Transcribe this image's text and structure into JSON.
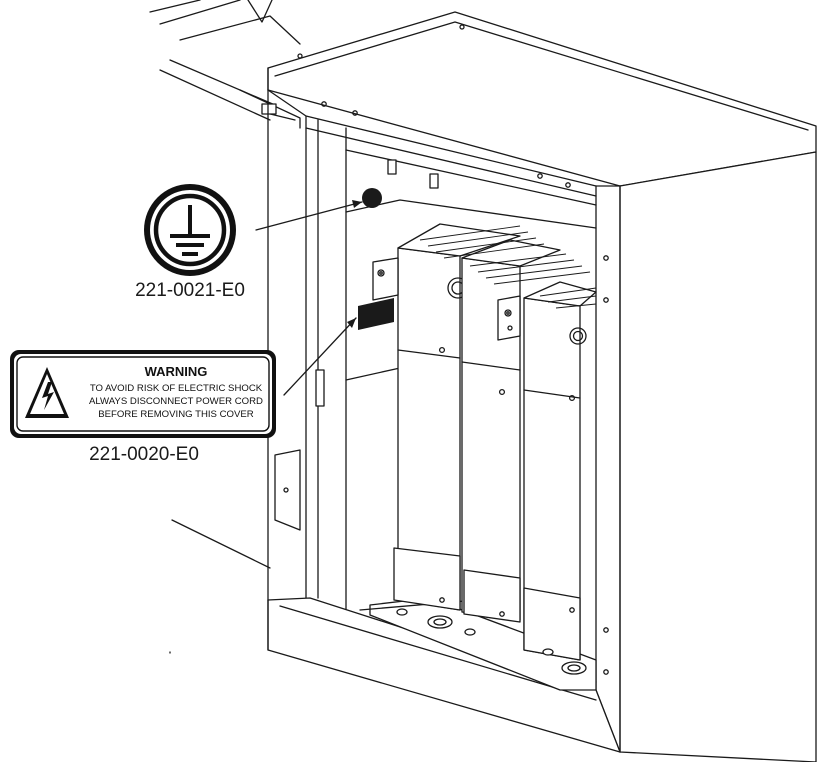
{
  "ground_label": {
    "part_number": "221-0021-E0",
    "icon": "protective-earth-ground-icon"
  },
  "warning_label": {
    "title": "WARNING",
    "lines": [
      "TO AVOID RISK OF ELECTRIC SHOCK",
      "ALWAYS DISCONNECT POWER CORD",
      "BEFORE REMOVING THIS COVER"
    ],
    "icon": "high-voltage-triangle-icon",
    "part_number": "221-0020-E0"
  },
  "colors": {
    "line": "#1a1a1a",
    "background": "#ffffff",
    "label_fill": "#111111"
  }
}
